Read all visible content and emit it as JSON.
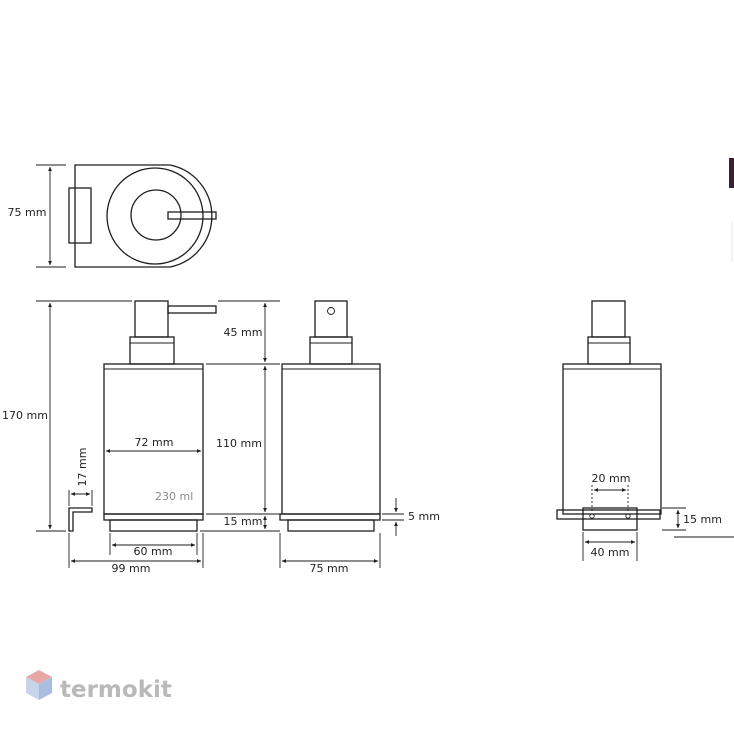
{
  "dimensions": {
    "top_depth": "75 mm",
    "overall_height": "170 mm",
    "pump_height": "45 mm",
    "body_height": "110 mm",
    "base_height": "15 mm",
    "bracket_height": "17 mm",
    "body_diameter": "72 mm",
    "base_width": "60 mm",
    "overall_width": "99 mm",
    "side_width": "75 mm",
    "tray_gap": "5 mm",
    "hole_spacing": "20 mm",
    "bracket_width": "40 mm",
    "bracket_depth": "15 mm"
  },
  "capacity_label": "230 ml",
  "brand": {
    "name": "termokit",
    "logo_colors": [
      "#e8a7a7",
      "#a9bde0",
      "#c9d4ea"
    ]
  },
  "accents": {
    "line": "#1e1e1e",
    "edge_mark": "#3a1f33"
  }
}
